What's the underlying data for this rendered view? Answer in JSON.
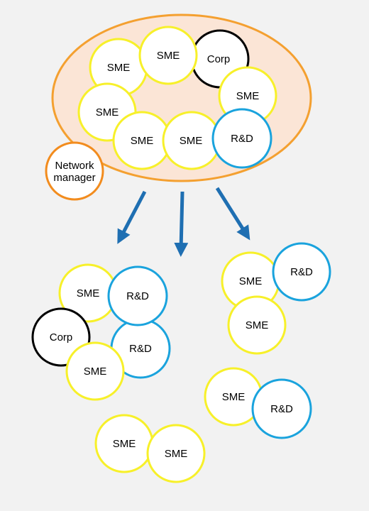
{
  "colors": {
    "background": "#f2f2f2",
    "cluster_fill": "#fbe5d6",
    "cluster_stroke": "#f4a030",
    "manager_stroke": "#f28c1e",
    "sme_stroke": "#f7f02a",
    "corp_stroke": "#000000",
    "rd_stroke": "#1aa3dd",
    "node_fill": "#ffffff",
    "arrow": "#1f6fb2"
  },
  "network_manager": {
    "label_line1": "Network",
    "label_line2": "manager"
  },
  "original_network": {
    "nodes": [
      {
        "type": "sme",
        "label": "SME"
      },
      {
        "type": "sme",
        "label": "SME"
      },
      {
        "type": "corp",
        "label": "Corp"
      },
      {
        "type": "sme",
        "label": "SME"
      },
      {
        "type": "sme",
        "label": "SME"
      },
      {
        "type": "sme",
        "label": "SME"
      },
      {
        "type": "sme",
        "label": "SME"
      },
      {
        "type": "rd",
        "label": "R&D"
      }
    ]
  },
  "spawned_networks": [
    {
      "nodes": [
        {
          "type": "sme",
          "label": "SME"
        },
        {
          "type": "rd",
          "label": "R&D"
        },
        {
          "type": "corp",
          "label": "Corp"
        },
        {
          "type": "rd",
          "label": "R&D"
        },
        {
          "type": "sme",
          "label": "SME"
        }
      ]
    },
    {
      "nodes": [
        {
          "type": "sme",
          "label": "SME"
        },
        {
          "type": "rd",
          "label": "R&D"
        },
        {
          "type": "sme",
          "label": "SME"
        }
      ]
    },
    {
      "nodes": [
        {
          "type": "sme",
          "label": "SME"
        },
        {
          "type": "rd",
          "label": "R&D"
        }
      ]
    },
    {
      "nodes": [
        {
          "type": "sme",
          "label": "SME"
        },
        {
          "type": "sme",
          "label": "SME"
        }
      ]
    }
  ]
}
